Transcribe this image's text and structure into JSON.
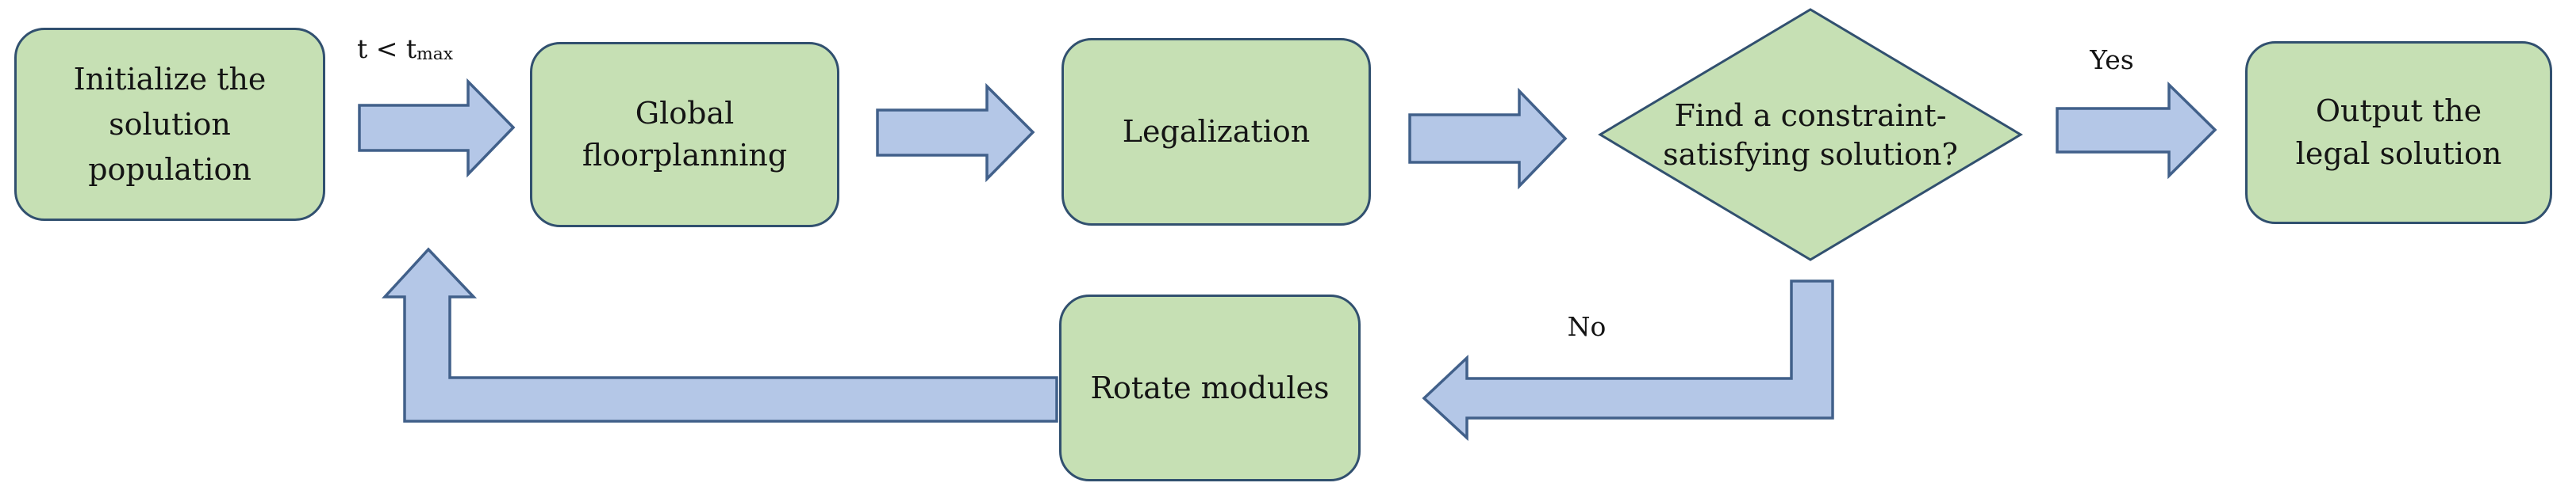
{
  "diagram_type": "flowchart",
  "colors": {
    "background": "#ffffff",
    "node_fill": "#c6e0b4",
    "node_border": "#31506f",
    "arrow_fill": "#b4c7e7",
    "arrow_border": "#41608a",
    "text": "#141414"
  },
  "nodes": {
    "initialize": {
      "shape": "rounded-rectangle",
      "label": "Initialize the\nsolution\npopulation"
    },
    "global_floorplanning": {
      "shape": "rounded-rectangle",
      "label": "Global\nfloorplanning"
    },
    "legalization": {
      "shape": "rounded-rectangle",
      "label": "Legalization"
    },
    "decision": {
      "shape": "diamond",
      "label": "Find a constraint-\nsatisfying solution?"
    },
    "output": {
      "shape": "rounded-rectangle",
      "label": "Output the\nlegal solution"
    },
    "rotate": {
      "shape": "rounded-rectangle",
      "label": "Rotate modules"
    }
  },
  "edge_labels": {
    "t_condition": {
      "text": "t < t",
      "subscript": "max"
    },
    "yes": "Yes",
    "no": "No"
  },
  "edges": [
    {
      "from": "initialize",
      "to": "global_floorplanning",
      "label": "t < tmax"
    },
    {
      "from": "global_floorplanning",
      "to": "legalization",
      "label": ""
    },
    {
      "from": "legalization",
      "to": "decision",
      "label": ""
    },
    {
      "from": "decision",
      "to": "output",
      "label": "Yes"
    },
    {
      "from": "decision",
      "to": "rotate",
      "label": "No"
    },
    {
      "from": "rotate",
      "to": "global_floorplanning",
      "label": ""
    }
  ]
}
